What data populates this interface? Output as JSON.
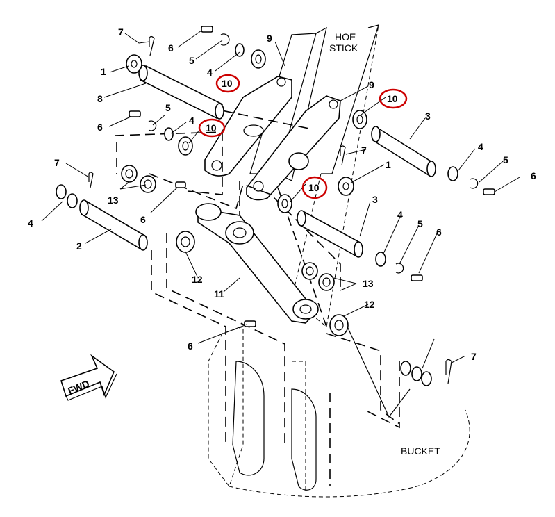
{
  "diagram": {
    "area_labels": {
      "hoe_stick": [
        "HOE",
        "STICK"
      ],
      "bucket": "BUCKET",
      "fwd": "FWD"
    },
    "callouts": [
      "1",
      "1",
      "2",
      "3",
      "3",
      "4",
      "4",
      "4",
      "4",
      "4",
      "5",
      "5",
      "5",
      "5",
      "6",
      "6",
      "6",
      "6",
      "6",
      "6",
      "7",
      "7",
      "7",
      "7",
      "8",
      "9",
      "9",
      "10",
      "10",
      "10",
      "10",
      "11",
      "12",
      "12",
      "13",
      "13"
    ],
    "highlight_color": "#cc0000"
  }
}
